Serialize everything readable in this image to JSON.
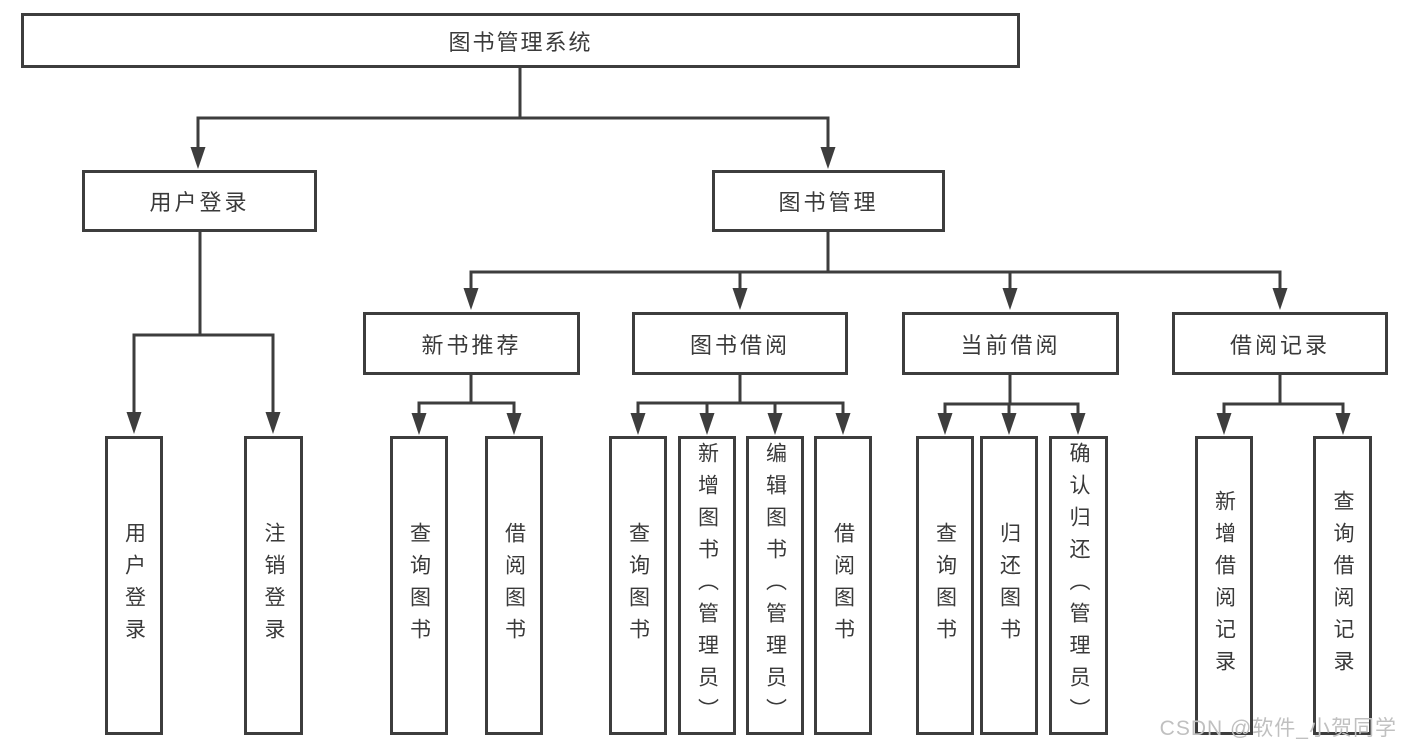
{
  "colors": {
    "line": "#3d3d3d",
    "text": "#3a3a3a",
    "watermark": "#c0c0c0",
    "background": "#ffffff"
  },
  "nodes": {
    "root": {
      "label": "图书管理系统"
    },
    "user_login": {
      "label": "用户登录"
    },
    "book_management": {
      "label": "图书管理"
    },
    "new_book_recommendation": {
      "label": "新书推荐"
    },
    "book_borrowing": {
      "label": "图书借阅"
    },
    "current_borrowing": {
      "label": "当前借阅"
    },
    "borrowing_records": {
      "label": "借阅记录"
    },
    "leaf_user_login": {
      "label": "用户登录"
    },
    "leaf_logout": {
      "label": "注销登录"
    },
    "leaf_recommend_query_books": {
      "label": "查询图书"
    },
    "leaf_recommend_borrow_books": {
      "label": "借阅图书"
    },
    "leaf_borrowing_query_books": {
      "label": "查询图书"
    },
    "leaf_borrowing_add_books_admin": {
      "label": "新增图书（管理员）"
    },
    "leaf_borrowing_edit_books_admin": {
      "label": "编辑图书（管理员）"
    },
    "leaf_borrowing_borrow_books": {
      "label": "借阅图书"
    },
    "leaf_current_query_books": {
      "label": "查询图书"
    },
    "leaf_current_return_books": {
      "label": "归还图书"
    },
    "leaf_current_confirm_return_admin": {
      "label": "确认归还（管理员）"
    },
    "leaf_records_add_record": {
      "label": "新增借阅记录"
    },
    "leaf_records_query_record": {
      "label": "查询借阅记录"
    }
  },
  "watermark": {
    "text": "CSDN @软件_小贺同学"
  }
}
